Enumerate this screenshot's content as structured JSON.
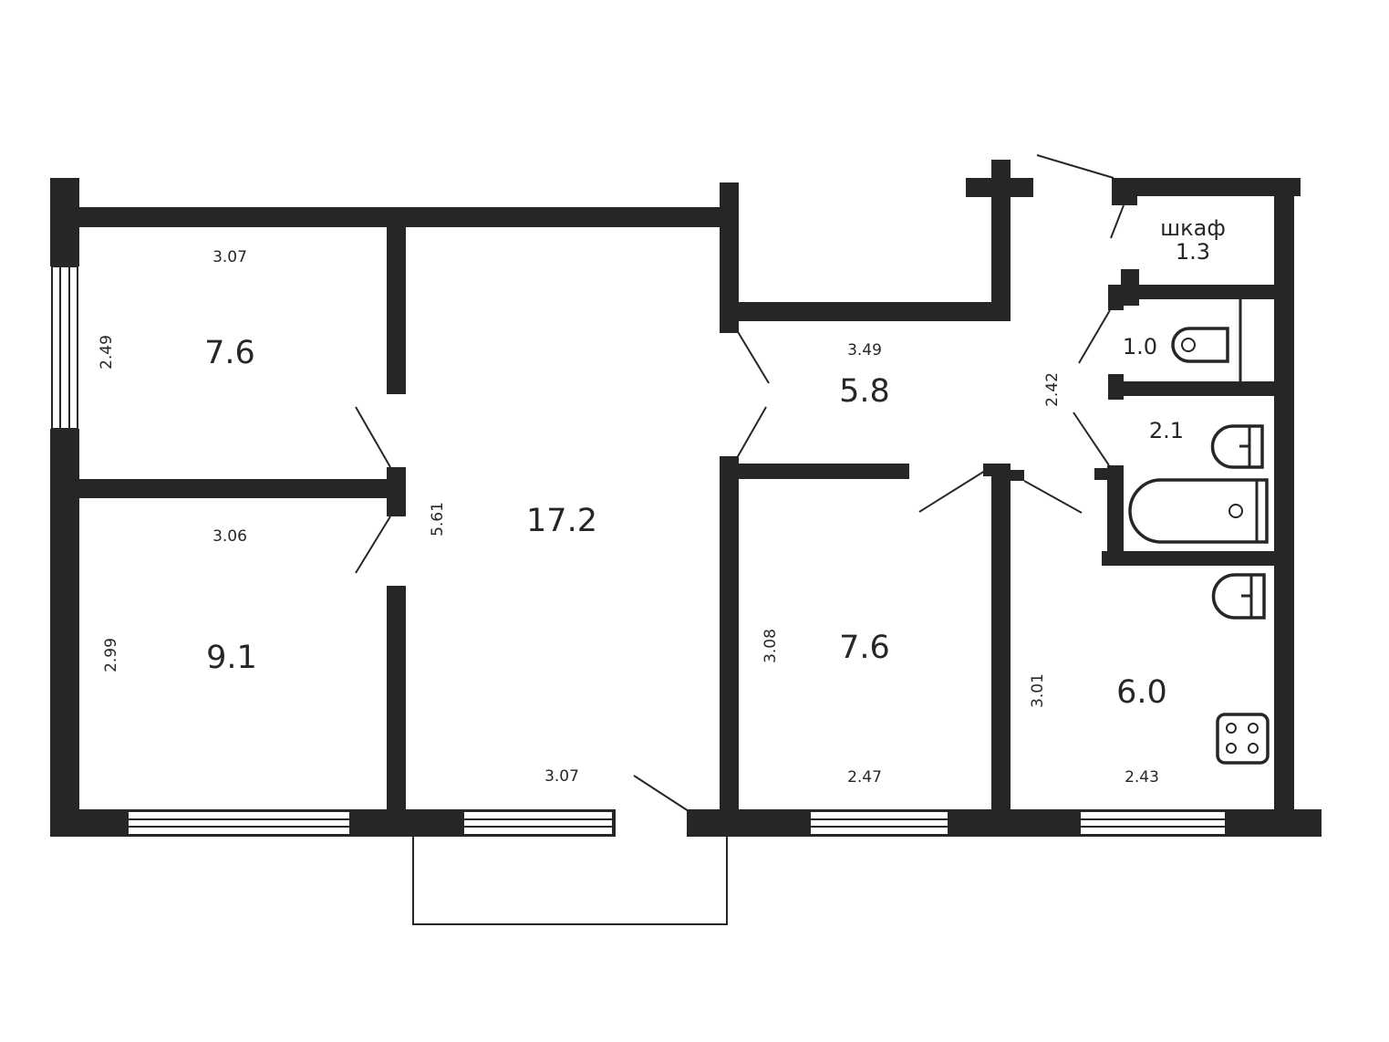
{
  "plan": {
    "rooms": [
      {
        "id": "room-top-left",
        "area": "7.6",
        "width": "3.07",
        "depth": "2.49"
      },
      {
        "id": "room-bottom-left",
        "area": "9.1",
        "width": "3.06",
        "depth": "2.99"
      },
      {
        "id": "living-room",
        "area": "17.2",
        "width": "3.07",
        "depth": "5.61"
      },
      {
        "id": "hallway",
        "area": "5.8",
        "width": "3.49",
        "depth": "2.42"
      },
      {
        "id": "bedroom-mid",
        "area": "7.6",
        "width": "2.47",
        "depth": "3.08"
      },
      {
        "id": "kitchen",
        "area": "6.0",
        "width": "2.43",
        "depth": "3.01"
      },
      {
        "id": "closet",
        "label": "шкаф",
        "area": "1.3"
      },
      {
        "id": "toilet",
        "area": "1.0"
      },
      {
        "id": "bathroom",
        "area": "2.1"
      }
    ]
  }
}
